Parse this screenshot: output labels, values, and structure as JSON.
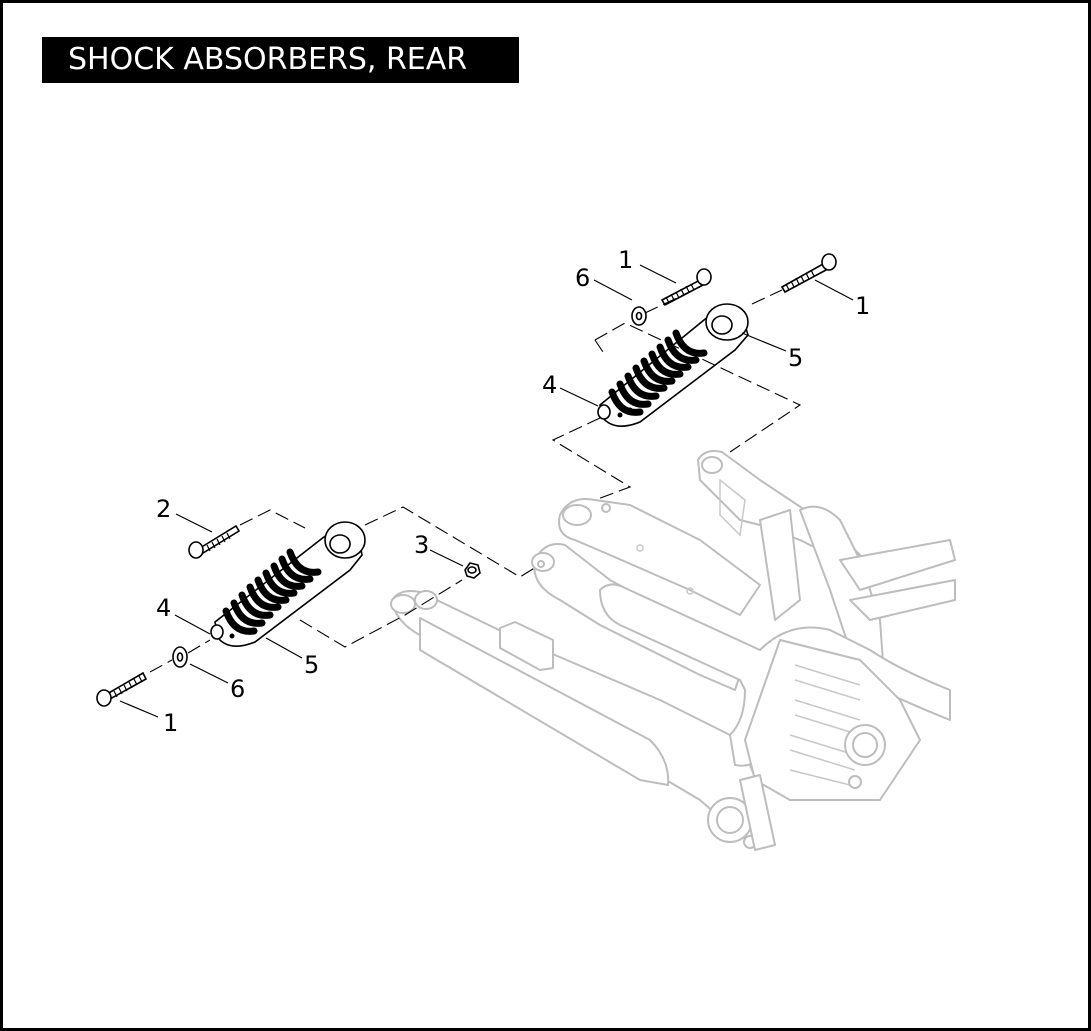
{
  "title": "SHOCK ABSORBERS, REAR",
  "callouts": {
    "c1_top_left": "1",
    "c1_top_right": "1",
    "c1_bottom": "1",
    "c2": "2",
    "c3": "3",
    "c4_upper": "4",
    "c4_lower": "4",
    "c5_upper": "5",
    "c5_lower": "5",
    "c6_upper": "6",
    "c6_lower": "6"
  },
  "colors": {
    "ink": "#000000",
    "frame_ghost": "#bdbdbd",
    "background": "#ffffff"
  }
}
